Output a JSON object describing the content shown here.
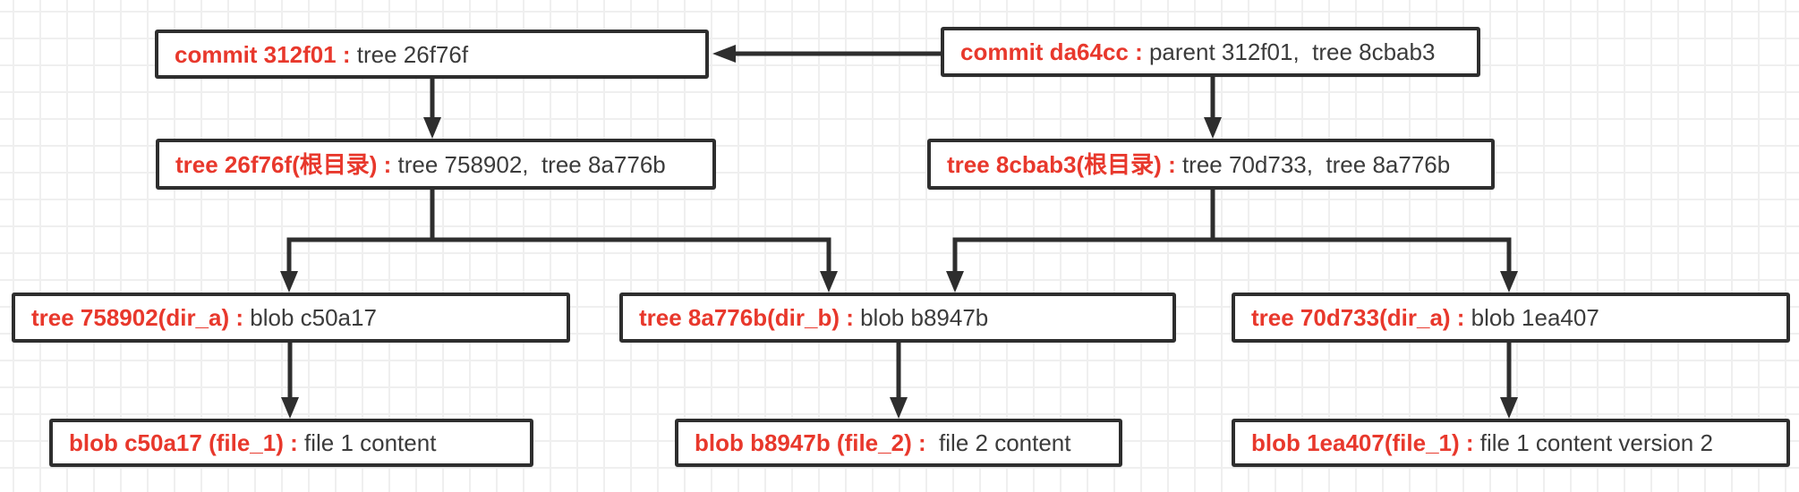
{
  "colors": {
    "red": "#e8382c",
    "dark": "#3b3b3b",
    "border": "#2e2e2e",
    "grid": "#efefef",
    "bg": "#ffffff"
  },
  "nodes": {
    "commit_312f01": {
      "ref": "commit 312f01 :",
      "detail": " tree 26f76f"
    },
    "commit_da64cc": {
      "ref": "commit da64cc :",
      "detail": " parent 312f01,  tree 8cbab3"
    },
    "tree_26f76f": {
      "ref": "tree 26f76f(根目录) :",
      "detail": " tree 758902,  tree 8a776b"
    },
    "tree_8cbab3": {
      "ref": "tree 8cbab3(根目录) :",
      "detail": " tree 70d733,  tree 8a776b"
    },
    "tree_758902": {
      "ref": "tree 758902(dir_a) :",
      "detail": " blob c50a17"
    },
    "tree_8a776b": {
      "ref": "tree 8a776b(dir_b) :",
      "detail": " blob b8947b"
    },
    "tree_70d733": {
      "ref": "tree 70d733(dir_a) :",
      "detail": " blob 1ea407"
    },
    "blob_c50a17": {
      "ref": "blob c50a17 (file_1) :",
      "detail": " file 1 content"
    },
    "blob_b8947b": {
      "ref": "blob b8947b (file_2) :",
      "detail": "  file 2 content"
    },
    "blob_1ea407": {
      "ref": "blob 1ea407(file_1) :",
      "detail": " file 1 content version 2"
    }
  }
}
